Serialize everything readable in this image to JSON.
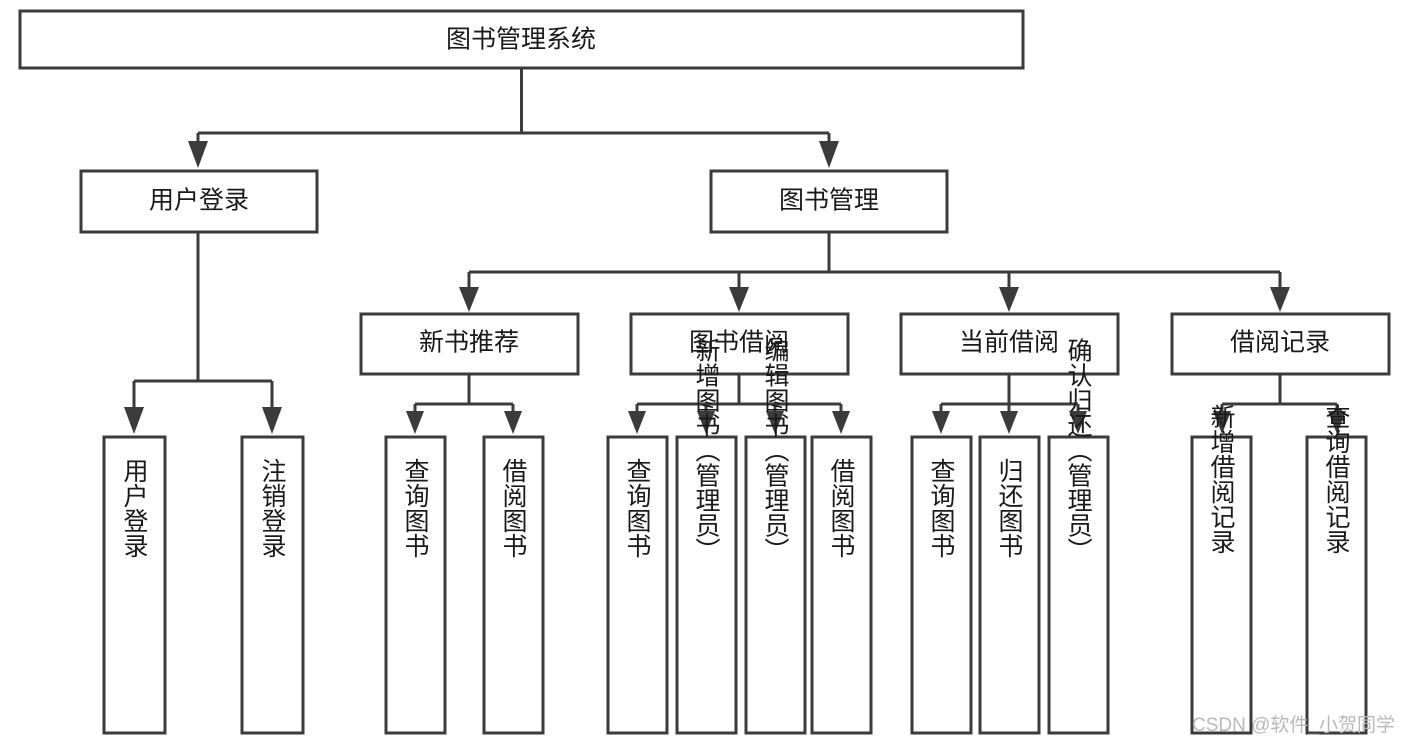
{
  "diagram": {
    "type": "tree-hierarchy-flowchart",
    "title": "图书管理系统",
    "orientation": "top-down",
    "levels": 4,
    "root": {
      "id": "root",
      "label": "图书管理系统",
      "text_direction": "horizontal"
    },
    "level2": [
      {
        "id": "user-login",
        "label": "用户登录",
        "text_direction": "horizontal"
      },
      {
        "id": "book-manage",
        "label": "图书管理",
        "text_direction": "horizontal"
      }
    ],
    "level3": [
      {
        "id": "new-book-recommend",
        "label": "新书推荐",
        "text_direction": "horizontal",
        "parent": "book-manage"
      },
      {
        "id": "book-borrow",
        "label": "图书借阅",
        "text_direction": "horizontal",
        "parent": "book-manage"
      },
      {
        "id": "current-borrow",
        "label": "当前借阅",
        "text_direction": "horizontal",
        "parent": "book-manage"
      },
      {
        "id": "borrow-record",
        "label": "借阅记录",
        "text_direction": "horizontal",
        "parent": "book-manage"
      }
    ],
    "leaves": [
      {
        "id": "leaf-user-login",
        "label": "用户登录",
        "text_direction": "vertical",
        "parent": "user-login"
      },
      {
        "id": "leaf-logout",
        "label": "注销登录",
        "text_direction": "vertical",
        "parent": "user-login"
      },
      {
        "id": "leaf-query-book-1",
        "label": "查询图书",
        "text_direction": "vertical",
        "parent": "new-book-recommend"
      },
      {
        "id": "leaf-borrow-book-1",
        "label": "借阅图书",
        "text_direction": "vertical",
        "parent": "new-book-recommend"
      },
      {
        "id": "leaf-query-book-2",
        "label": "查询图书",
        "text_direction": "vertical",
        "parent": "book-borrow"
      },
      {
        "id": "leaf-add-book",
        "label": "新增图书（管理员）",
        "text_direction": "vertical",
        "parent": "book-borrow"
      },
      {
        "id": "leaf-edit-book",
        "label": "编辑图书（管理员）",
        "text_direction": "vertical",
        "parent": "book-borrow"
      },
      {
        "id": "leaf-borrow-book-2",
        "label": "借阅图书",
        "text_direction": "vertical",
        "parent": "book-borrow"
      },
      {
        "id": "leaf-query-book-3",
        "label": "查询图书",
        "text_direction": "vertical",
        "parent": "current-borrow"
      },
      {
        "id": "leaf-return-book",
        "label": "归还图书",
        "text_direction": "vertical",
        "parent": "current-borrow"
      },
      {
        "id": "leaf-confirm-return",
        "label": "确认归还（管理员）",
        "text_direction": "vertical",
        "parent": "current-borrow"
      },
      {
        "id": "leaf-add-record",
        "label": "新增借阅记录",
        "text_direction": "vertical",
        "parent": "borrow-record"
      },
      {
        "id": "leaf-query-record",
        "label": "查询借阅记录",
        "text_direction": "vertical",
        "parent": "borrow-record"
      }
    ]
  },
  "watermark": {
    "text": "CSDN @软件_小贺同学"
  },
  "colors": {
    "stroke": "#3b3b3b",
    "box_fill": "#ffffff",
    "text": "#1a1a1a",
    "watermark": "#b9b9b9",
    "background": "#ffffff"
  }
}
